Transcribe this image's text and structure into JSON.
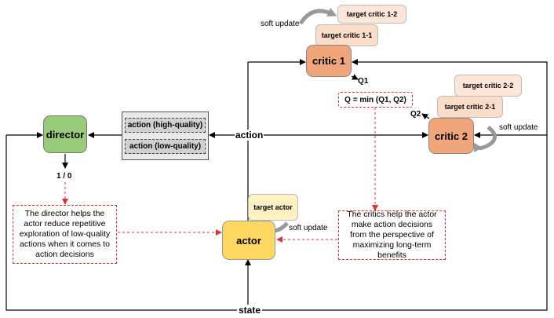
{
  "nodes": {
    "director": "director",
    "actor": "actor",
    "critic1": "critic 1",
    "critic2": "critic 2",
    "target_critic_1_1": "target critic 1-1",
    "target_critic_1_2": "target critic 1-2",
    "target_critic_2_1": "target critic 2-1",
    "target_critic_2_2": "target critic 2-2",
    "target_actor": "target actor"
  },
  "action_panel": {
    "high": "action (high-quality)",
    "low": "action (low-quality)"
  },
  "labels": {
    "action": "action",
    "state": "state",
    "q1": "Q1",
    "q2": "Q2",
    "q_formula": "Q = min (Q1, Q2)",
    "director_output": "1 / 0",
    "soft_update_1": "soft update",
    "soft_update_2": "soft update",
    "soft_update_actor": "soft update"
  },
  "notes": {
    "director_note": "The director helps the actor reduce repetitive exploration of low-quality actions when it comes to action decisions",
    "critics_note": "The critics help the actor make action decisions from the perspective of maximizing long-term benefits"
  },
  "colors": {
    "critic": "#f0a67a",
    "target_critic": "#fbdcc8",
    "director": "#98cc7a",
    "actor": "#ffd862",
    "target_actor": "#fdf1c2",
    "dashed_red": "#e03030",
    "arrow_gray": "#999999"
  }
}
